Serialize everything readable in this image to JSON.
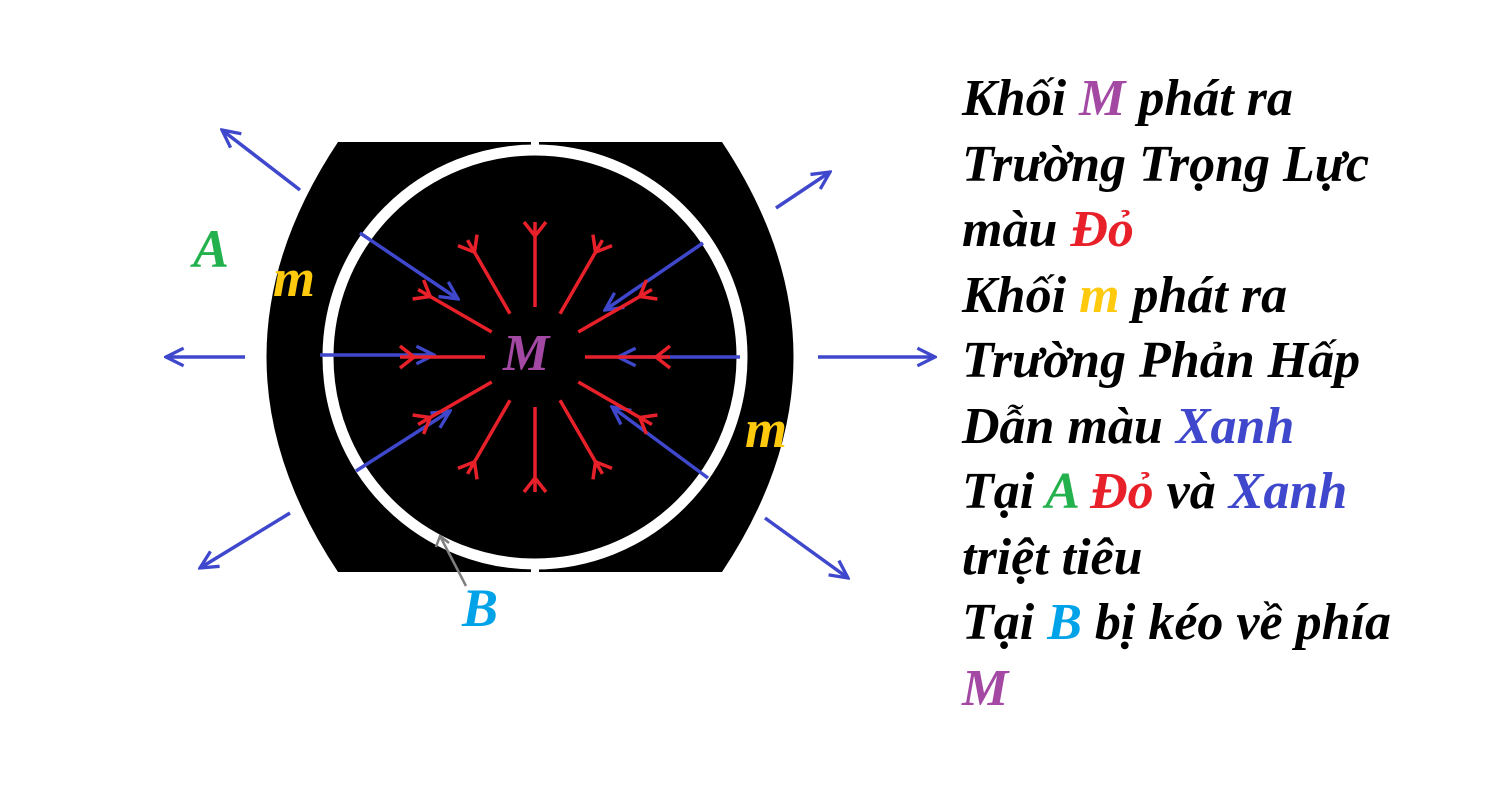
{
  "colors": {
    "red_field": "#e8202a",
    "blue_field": "#3f48cc",
    "label_A": "#22b14c",
    "label_m": "#ffc90e",
    "label_M": "#a349a4",
    "label_B": "#00a2e8",
    "mass_fill": "#000000",
    "ring": "#ffffff",
    "pointer": "#7f7f7f"
  },
  "diagram": {
    "label_A": "A",
    "label_m_top": "m",
    "label_m_bottom": "m",
    "label_M": "M",
    "label_B": "B"
  },
  "explanation": {
    "lines": [
      [
        {
          "text": "Khối ",
          "color": "#000000"
        },
        {
          "text": "M",
          "color": "#a349a4"
        },
        {
          "text": " phát ra",
          "color": "#000000"
        }
      ],
      [
        {
          "text": "Trường Trọng Lực",
          "color": "#000000"
        }
      ],
      [
        {
          "text": "màu ",
          "color": "#000000"
        },
        {
          "text": "Đỏ",
          "color": "#e8202a"
        }
      ],
      [
        {
          "text": "Khối ",
          "color": "#000000"
        },
        {
          "text": "m",
          "color": "#ffc90e"
        },
        {
          "text": " phát ra",
          "color": "#000000"
        }
      ],
      [
        {
          "text": "Trường Phản Hấp",
          "color": "#000000"
        }
      ],
      [
        {
          "text": "Dẫn màu ",
          "color": "#000000"
        },
        {
          "text": "Xanh",
          "color": "#3f48cc"
        }
      ],
      [
        {
          "text": "Tại ",
          "color": "#000000"
        },
        {
          "text": "A",
          "color": "#22b14c"
        },
        {
          "text": " ",
          "color": "#000000"
        },
        {
          "text": "Đỏ",
          "color": "#e8202a"
        },
        {
          "text": " và ",
          "color": "#000000"
        },
        {
          "text": "Xanh",
          "color": "#3f48cc"
        }
      ],
      [
        {
          "text": "triệt tiêu",
          "color": "#000000"
        }
      ],
      [
        {
          "text": "Tại ",
          "color": "#000000"
        },
        {
          "text": "B",
          "color": "#00a2e8"
        },
        {
          "text": " bị kéo về phía",
          "color": "#000000"
        }
      ],
      [
        {
          "text": "M",
          "color": "#a349a4"
        }
      ]
    ]
  }
}
